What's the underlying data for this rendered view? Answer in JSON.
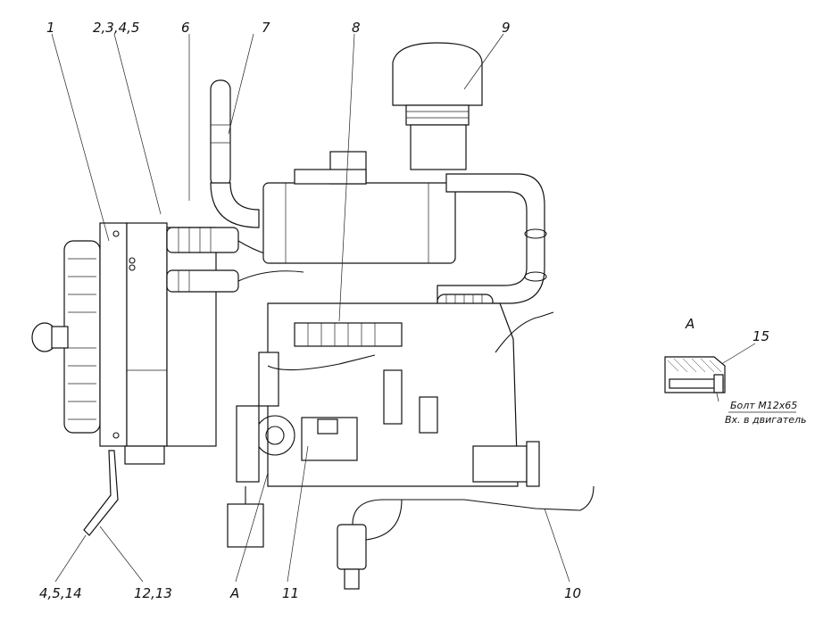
{
  "callouts": [
    {
      "id": "c1",
      "text": "1"
    },
    {
      "id": "c2345",
      "text": "2,3,4,5"
    },
    {
      "id": "c6",
      "text": "6"
    },
    {
      "id": "c7",
      "text": "7"
    },
    {
      "id": "c8",
      "text": "8"
    },
    {
      "id": "c9",
      "text": "9"
    },
    {
      "id": "c10",
      "text": "10"
    },
    {
      "id": "c11",
      "text": "11"
    },
    {
      "id": "c1213",
      "text": "12,13"
    },
    {
      "id": "c4514",
      "text": "4,5,14"
    },
    {
      "id": "cA",
      "text": "A"
    },
    {
      "id": "c15",
      "text": "15"
    }
  ],
  "view_a": {
    "title": "A",
    "bolt_note": "Болт М12х65",
    "engine_note": "Вх. в двигатель"
  }
}
